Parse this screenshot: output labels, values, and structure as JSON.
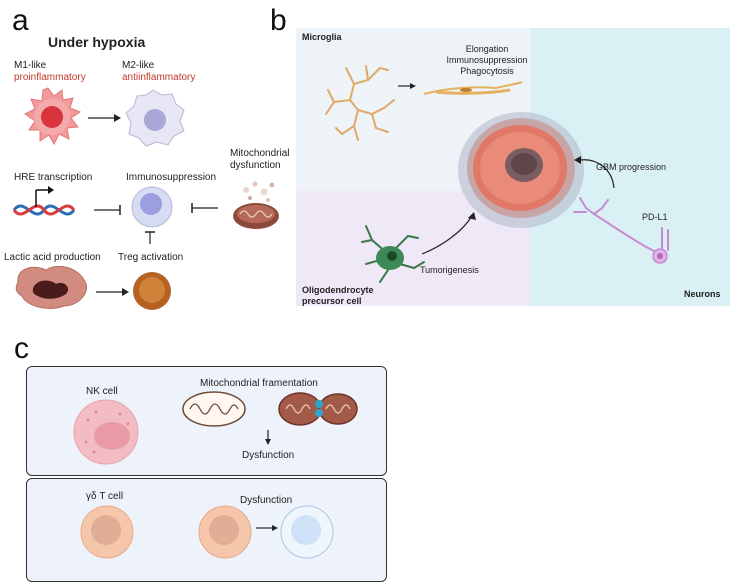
{
  "panel_a": {
    "letter": "a",
    "title": "Under hypoxia",
    "m1_line1": "M1-like",
    "m1_line2": "proinflammatory",
    "m2_line1": "M2-like",
    "m2_line2": "antiinflammatory",
    "mito_line1": "Mitochondrial",
    "mito_line2": "dysfunction",
    "hre": "HRE transcription",
    "immuno": "Immunosuppression",
    "lactic": "Lactic acid production",
    "treg": "Treg activation",
    "colors": {
      "red_label": "#c0392b"
    }
  },
  "panel_b": {
    "letter": "b",
    "microglia": "Microglia",
    "features": [
      "Elongation",
      "Immunosuppression",
      "Phagocytosis"
    ],
    "gbm": "GBM progression",
    "pdl1": "PD-L1",
    "tumorigenesis": "Tumorigenesis",
    "opc_line1": "Oligodendrocyte",
    "opc_line2": "precursor cell",
    "neurons": "Neurons",
    "colors": {
      "microglia_bg": "#eef3f8",
      "opc_bg": "#efe8f6",
      "neuron_bg": "#d9f0f4"
    }
  },
  "panel_c": {
    "letter": "c",
    "nk": "NK cell",
    "mito_frag": "Mitochondrial framentation",
    "dysfunction1": "Dysfunction",
    "gdt": "γδ T cell",
    "dysfunction2": "Dysfunction",
    "colors": {
      "box_bg": "#eef2fa",
      "box_border": "#333333"
    }
  }
}
